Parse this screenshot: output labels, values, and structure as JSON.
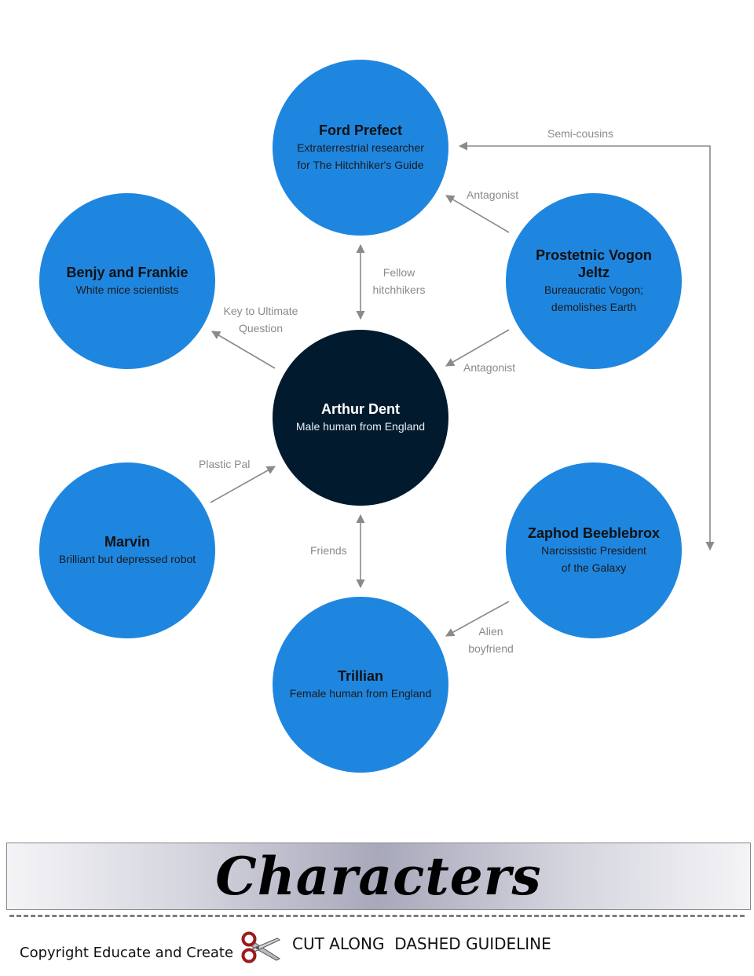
{
  "nodes": {
    "ford": {
      "name": "Ford Prefect",
      "desc1": "Extraterrestrial researcher",
      "desc2": "for The Hitchhiker's Guide"
    },
    "benjy": {
      "name": "Benjy and Frankie",
      "desc1": "White mice scientists"
    },
    "vogon": {
      "name1": "Prostetnic Vogon",
      "name2": "Jeltz",
      "desc1": "Bureaucratic Vogon;",
      "desc2": "demolishes Earth"
    },
    "arthur": {
      "name": "Arthur Dent",
      "desc1": "Male human from England"
    },
    "marvin": {
      "name": "Marvin",
      "desc1": "Brilliant but depressed robot"
    },
    "zaphod": {
      "name": "Zaphod Beeblebrox",
      "desc1": "Narcissistic President",
      "desc2": "of the Galaxy"
    },
    "trillian": {
      "name": "Trillian",
      "desc1": "Female human from England"
    }
  },
  "edges": {
    "semi_cousins": "Semi-cousins",
    "antagonist_ford": "Antagonist",
    "fellow_1": "Fellow",
    "fellow_2": "hitchhikers",
    "key_1": "Key to Ultimate",
    "key_2": "Question",
    "antagonist_arthur": "Antagonist",
    "plastic_pal": "Plastic Pal",
    "friends": "Friends",
    "alien_1": "Alien",
    "alien_2": "boyfriend"
  },
  "colors": {
    "node_blue": "#1f86e0",
    "center_navy": "#021a2e",
    "edge_gray": "#8a8a8a"
  },
  "footer": {
    "banner_title": "Characters",
    "copyright": "Copyright Educate and Create",
    "cut_instruction": "CUT ALONG  DASHED GUIDELINE",
    "icon": "scissors-icon"
  }
}
